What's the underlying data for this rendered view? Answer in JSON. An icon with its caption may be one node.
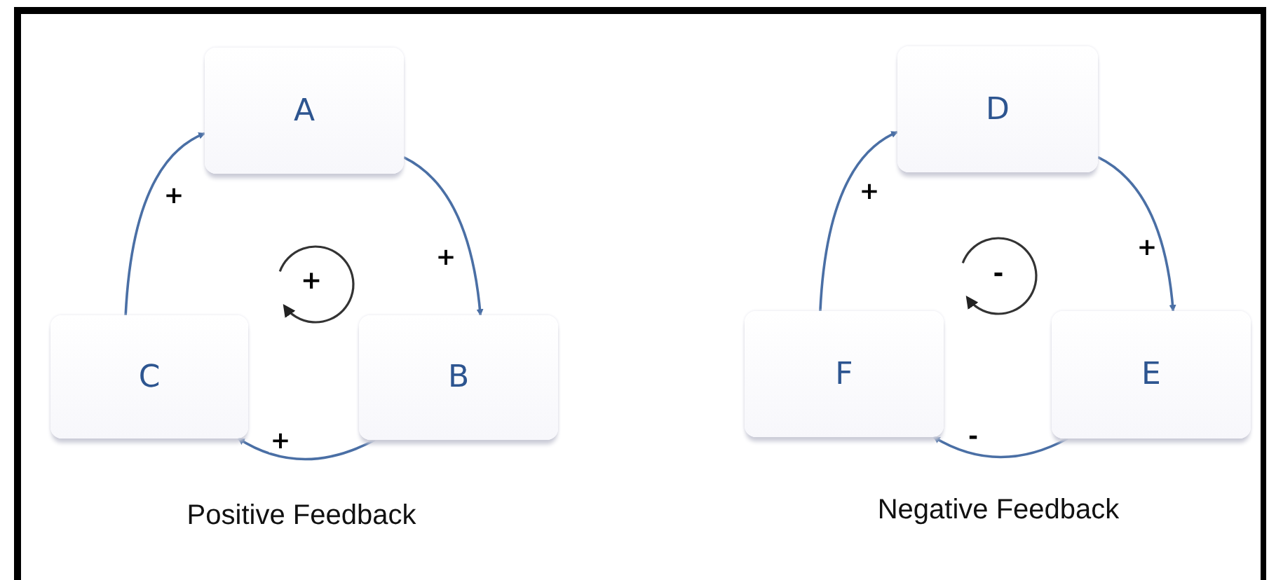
{
  "diagram": {
    "nodes": [
      {
        "text": [
          "A"
        ]
      },
      {
        "text": [
          "B"
        ]
      },
      {
        "text": [
          "C"
        ]
      },
      {
        "text": [
          "D"
        ]
      },
      {
        "text": [
          "E"
        ]
      },
      {
        "text": [
          "F"
        ]
      }
    ],
    "edges": [
      {
        "from": 0,
        "to": 1,
        "arrow": "to",
        "label": "+"
      },
      {
        "from": 1,
        "to": 2,
        "arrow": "to",
        "label": "+"
      },
      {
        "from": 2,
        "to": 0,
        "arrow": "to",
        "label": "+"
      },
      {
        "from": 3,
        "to": 4,
        "arrow": "to",
        "label": "+"
      },
      {
        "from": 4,
        "to": 5,
        "arrow": "to",
        "label": "-"
      },
      {
        "from": 5,
        "to": 3,
        "arrow": "to",
        "label": "+"
      }
    ],
    "labels": [
      "+",
      "Positive Feedback",
      "-",
      "Negative Feedback"
    ]
  }
}
